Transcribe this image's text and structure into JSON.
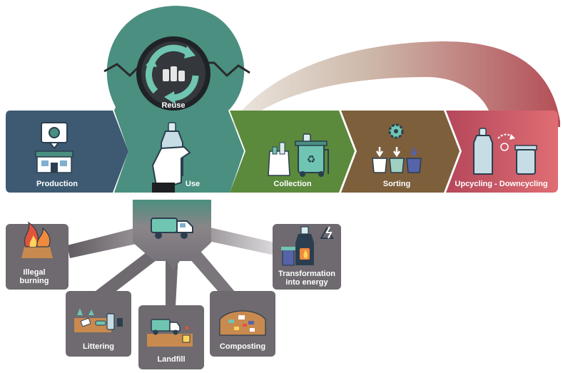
{
  "stages": {
    "production": "Production",
    "use": "Use",
    "collection": "Collection",
    "sorting": "Sorting",
    "upcycling": "Upcycling - Downcycling"
  },
  "reuse": {
    "label": "Reuse"
  },
  "outcomes": {
    "illegal_burning": "Illegal burning",
    "littering": "Littering",
    "landfill": "Landfill",
    "composting": "Composting",
    "energy": "Transformation into energy"
  },
  "colors": {
    "production": "#3d5a72",
    "use": "#4a8f80",
    "collection": "#5b8a3c",
    "sorting": "#7d5f3c",
    "upcycling": "#c25a63",
    "outcome_box": "#6e6a6f",
    "truck_hub": "#7e797e"
  }
}
